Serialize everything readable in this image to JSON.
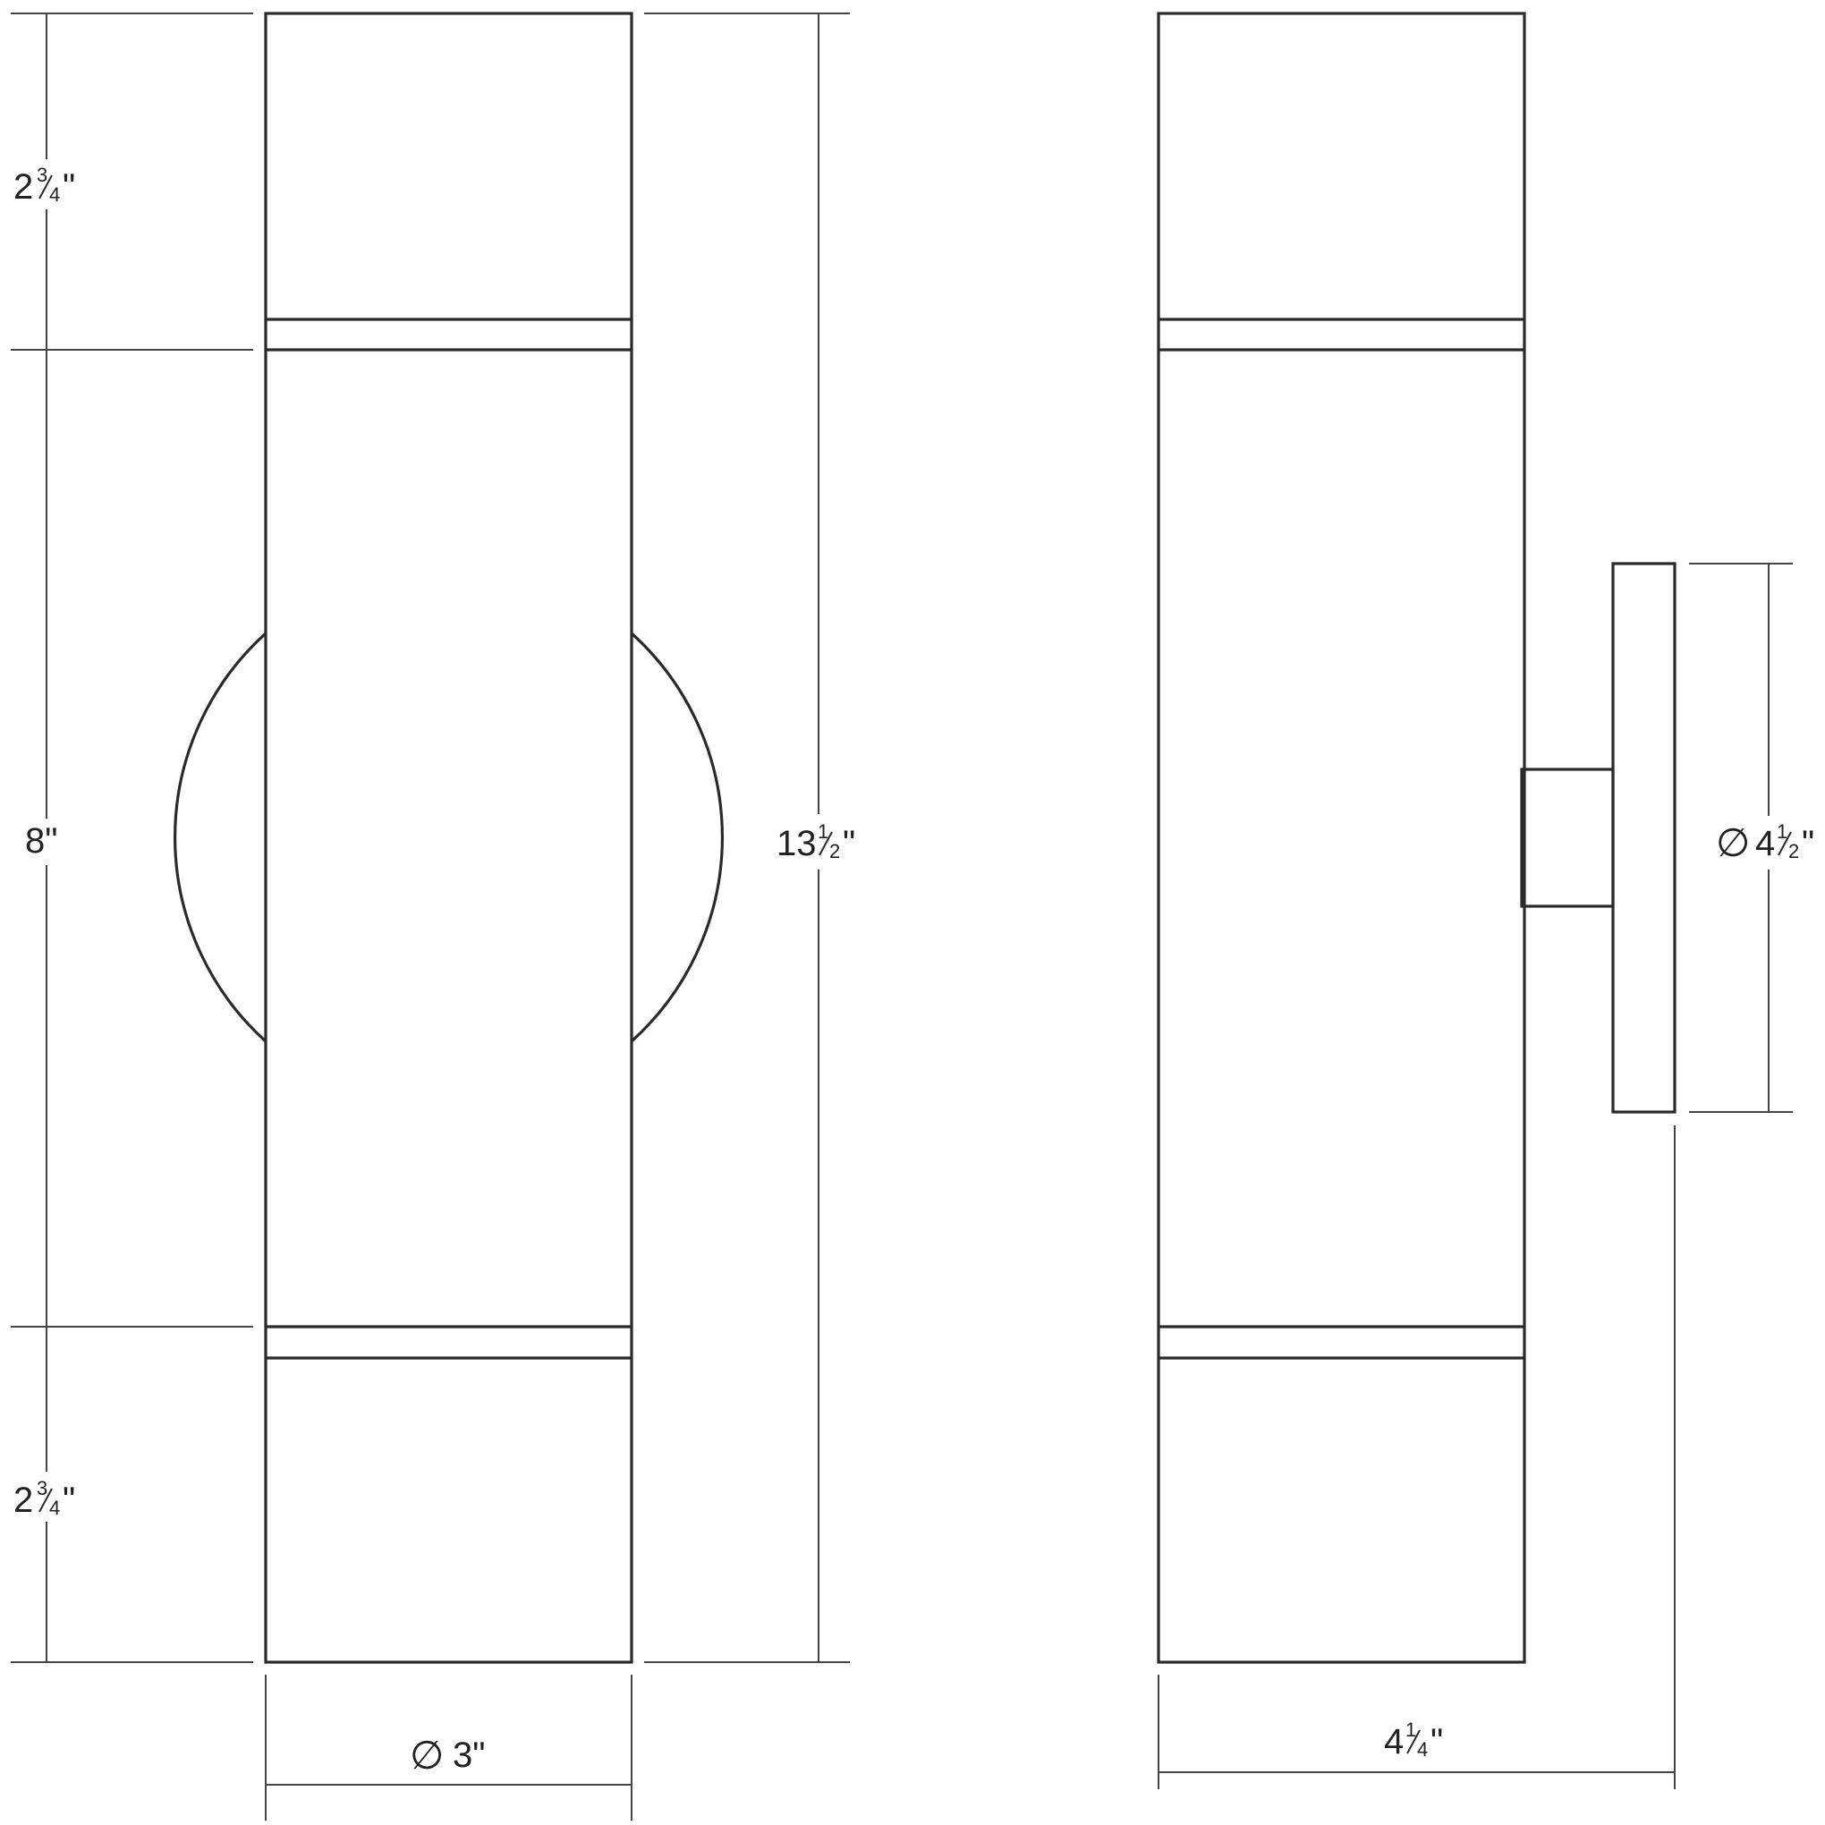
{
  "dimensions": {
    "top_section": {
      "whole": "2",
      "num": "3",
      "den": "4",
      "unit": "\""
    },
    "middle_section": {
      "text": "8\""
    },
    "bottom_section": {
      "whole": "2",
      "num": "3",
      "den": "4",
      "unit": "\""
    },
    "overall_height": {
      "whole": "13",
      "num": "1",
      "den": "2",
      "unit": "\""
    },
    "body_diameter": {
      "symbol": "∅",
      "text": "3\""
    },
    "canopy_diameter": {
      "symbol": "∅",
      "whole": "4",
      "num": "1",
      "den": "2",
      "unit": "\""
    },
    "extension": {
      "whole": "4",
      "num": "1",
      "den": "4",
      "unit": "\""
    }
  },
  "colors": {
    "line": "#2a2a2a",
    "dimension_line": "#444444",
    "background": "#ffffff"
  }
}
